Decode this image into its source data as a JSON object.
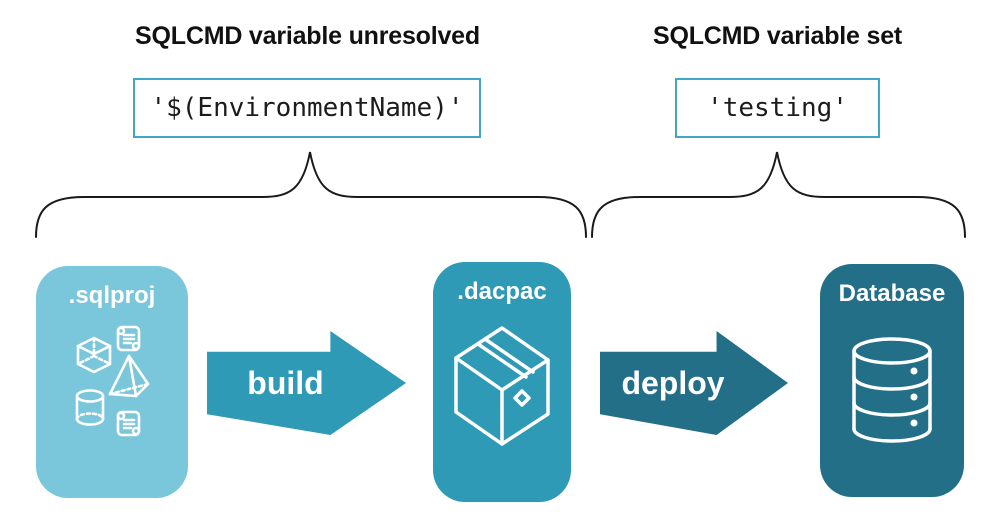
{
  "colors": {
    "background": "#ffffff",
    "sqlproj_fill": "#7AC6DB",
    "dacpac_fill": "#2E9AB5",
    "database_fill": "#246F88",
    "build_arrow_fill": "#2E9AB5",
    "deploy_arrow_fill": "#246F88",
    "code_box_border": "#41A7C6",
    "heading_text": "#111111",
    "code_text": "#1c1c1c",
    "brace_stroke": "#1a1a1a",
    "icon_stroke": "#ffffff"
  },
  "annotations": {
    "unresolved": {
      "heading": "SQLCMD variable unresolved",
      "code": "'$(EnvironmentName)'"
    },
    "set": {
      "heading": "SQLCMD variable set",
      "code": "'testing'"
    }
  },
  "nodes": {
    "sqlproj": {
      "label": ".sqlproj",
      "icon": "sql-objects-icon"
    },
    "dacpac": {
      "label": ".dacpac",
      "icon": "package-box-icon"
    },
    "database": {
      "label": "Database",
      "icon": "database-cylinder-icon"
    }
  },
  "arrows": {
    "build": {
      "label": "build"
    },
    "deploy": {
      "label": "deploy"
    }
  }
}
